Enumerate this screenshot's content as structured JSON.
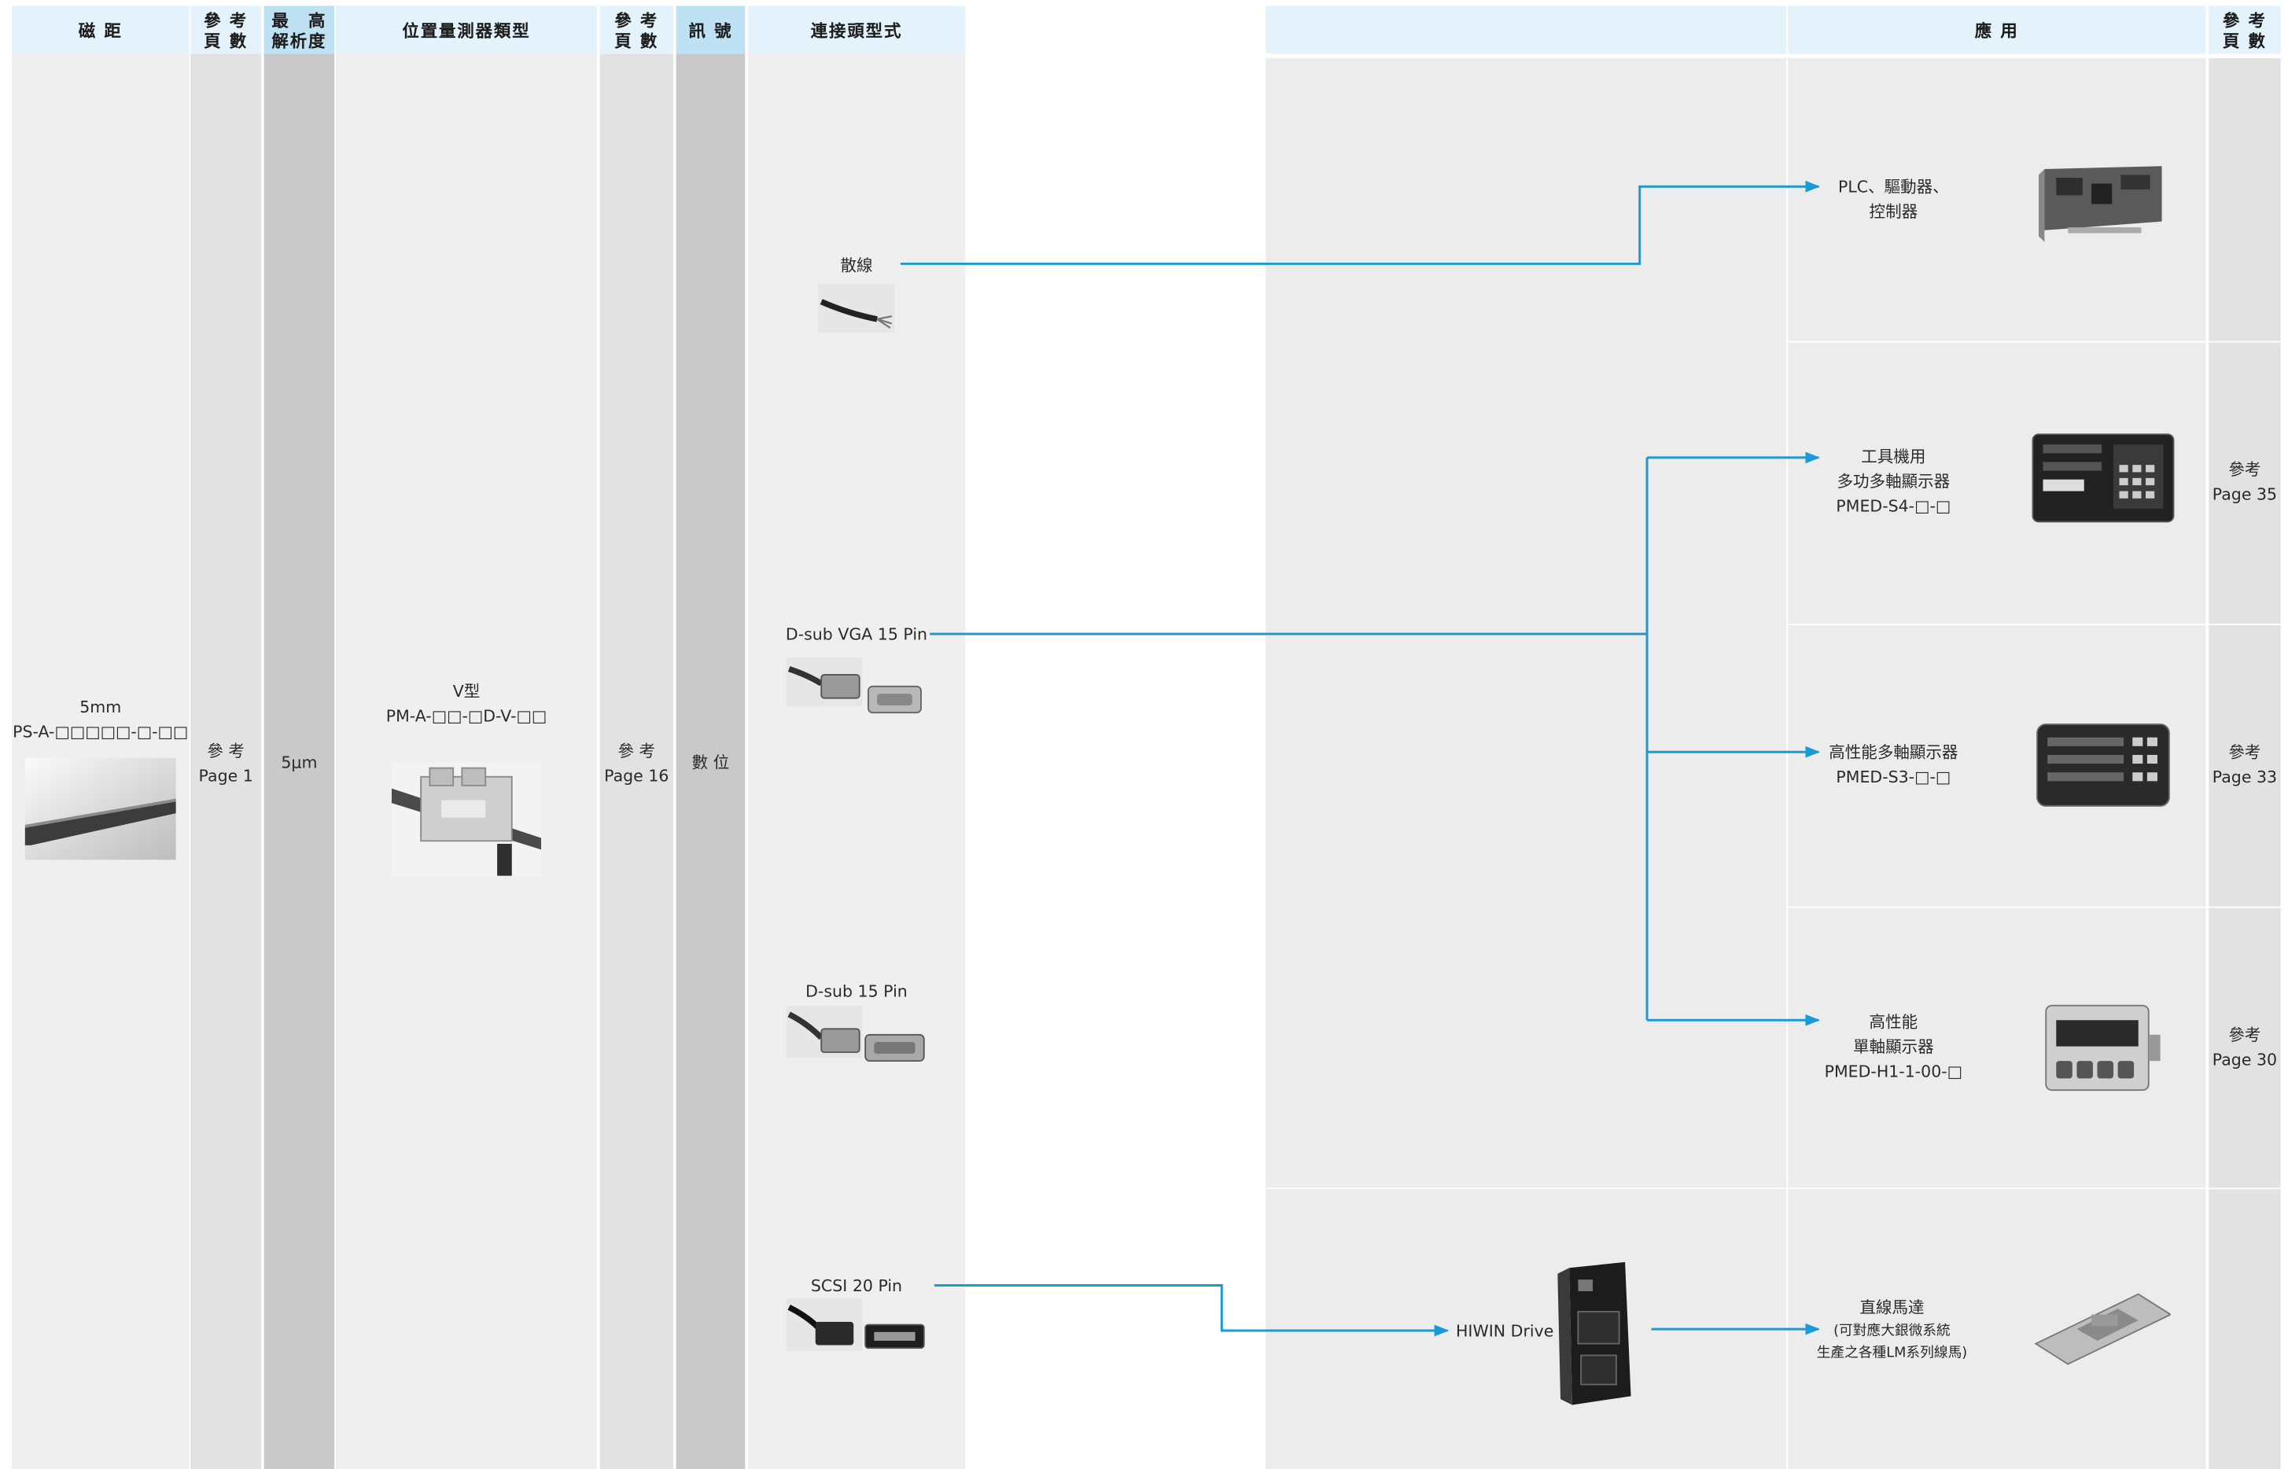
{
  "headers": {
    "pitch": "磁 距",
    "ref_pages_1": "參 考\n頁 數",
    "max_resolution": "最　高\n解析度",
    "sensor_type": "位置量測器類型",
    "ref_pages_2": "參 考\n頁 數",
    "signal": "訊 號",
    "connector_type": "連接頭型式",
    "application": "應 用",
    "ref_pages_3": "參 考\n頁 數"
  },
  "scale": {
    "pitch_value": "5mm",
    "model": "PS-A-□□□□□-□-□□",
    "ref_label": "參 考",
    "ref_page": "Page 1",
    "resolution": "5μm"
  },
  "sensor": {
    "type_name": "V型",
    "model": "PM-A-□□-□D-V-□□",
    "ref_label": "參 考",
    "ref_page": "Page 16",
    "signal": "數 位"
  },
  "connectors": [
    {
      "label": "散線",
      "image": "loose-wire-icon"
    },
    {
      "label": "D-sub VGA 15 Pin",
      "image": "dsub-vga-connector-icon"
    },
    {
      "label": "D-sub 15 Pin",
      "image": "dsub-connector-icon"
    },
    {
      "label": "SCSI 20 Pin",
      "image": "scsi-connector-icon"
    }
  ],
  "drive": {
    "label": "HIWIN Drive",
    "image": "servo-drive-icon"
  },
  "applications": [
    {
      "line1": "PLC、驅動器、",
      "line2": "控制器",
      "line3": "",
      "ref_label": "",
      "ref_page": "",
      "image": "controller-card-icon"
    },
    {
      "line1": "工具機用",
      "line2": "多功多軸顯示器",
      "line3": "PMED-S4-□-□",
      "ref_label": "參考",
      "ref_page": "Page 35",
      "image": "multi-axis-display-icon"
    },
    {
      "line1": "高性能多軸顯示器",
      "line2": "PMED-S3-□-□",
      "line3": "",
      "ref_label": "參考",
      "ref_page": "Page 33",
      "image": "display-unit-icon"
    },
    {
      "line1": "高性能",
      "line2": "單軸顯示器",
      "line3": "PMED-H1-1-00-□",
      "ref_label": "參考",
      "ref_page": "Page 30",
      "image": "single-axis-display-icon"
    },
    {
      "line1": "直線馬達",
      "line2": "(可對應大銀微系統",
      "line3": "生產之各種LM系列線馬)",
      "ref_label": "",
      "ref_page": "",
      "image": "linear-motor-icon"
    }
  ],
  "colors": {
    "header_bg": "#e4f3fb",
    "header_dark_bg": "#bfe1f4",
    "column_light": "#e1e2e1",
    "column_dark": "#c8c9c8",
    "panel": "#ececec",
    "connector_line": "#1a9ad6"
  }
}
